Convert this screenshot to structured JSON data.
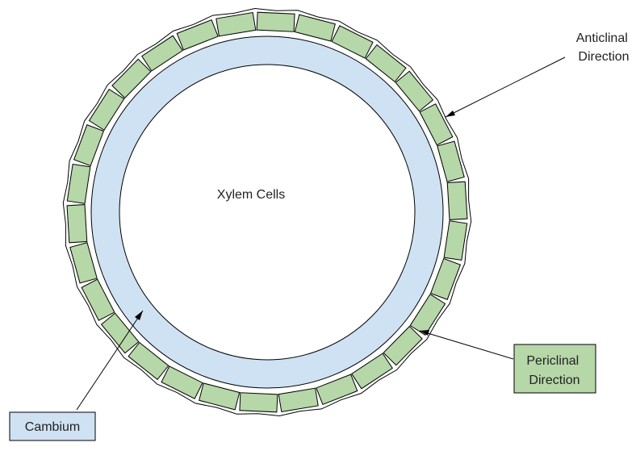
{
  "diagram": {
    "center_label": "Xylem Cells",
    "labels": {
      "anticlinal": [
        "Anticlinal",
        "Direction"
      ],
      "periclinal": [
        "Periclinal",
        "Direction"
      ],
      "cambium": "Cambium"
    },
    "cell_count": 30,
    "colors": {
      "cambium_fill": "#cfe2f3",
      "cell_fill": "#b6d7a8",
      "stroke": "#000000",
      "periclinal_box": "#b6d7a8",
      "cambium_box": "#cfe2f3"
    }
  }
}
